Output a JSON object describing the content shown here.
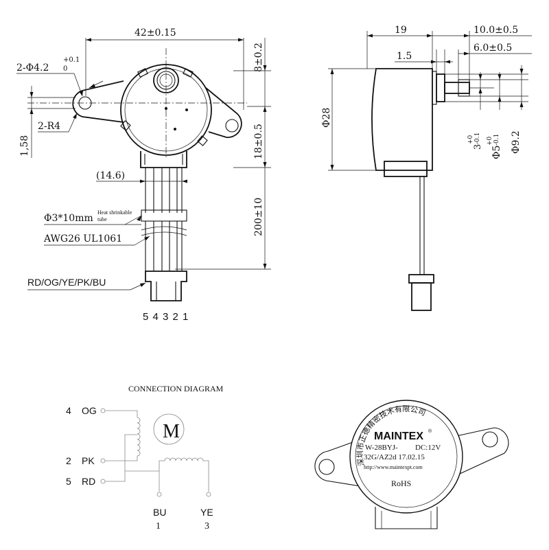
{
  "front_view": {
    "dim_width": "42±0.15",
    "dim_hole": "2-Φ4.2",
    "dim_hole_tol": "+0.1",
    "dim_hole_tol2": "0",
    "dim_radius": "2-R4",
    "dim_offset": "1,58",
    "dim_top": "8±0.2",
    "dim_lower": "18±0.5",
    "dim_wire_width": "(14.6)",
    "dim_lead": "200±10",
    "tube_size": "Φ3*10mm",
    "tube_label_1": "Heat shrinkable",
    "tube_label_2": "tube",
    "wire_spec": "AWG26 UL1061",
    "wire_colors": "RD/OG/YE/PK/BU",
    "pin_numbers": "5 4 3 2 1"
  },
  "side_view": {
    "dim_body": "19",
    "dim_shaft_total": "10.0±0.5",
    "dim_step": "1.5",
    "dim_flat": "6.0±0.5",
    "dim_diameter": "Φ28",
    "dim_flat_width": "3",
    "dim_flat_tol_top": "+0",
    "dim_flat_tol_bot": "-0.1",
    "dim_shaft_dia": "Φ5",
    "dim_shaft_tol_top": "+0",
    "dim_shaft_tol_bot": "-0.1",
    "dim_boss": "Φ9.2"
  },
  "connection": {
    "title": "CONNECTION DIAGRAM",
    "motor_symbol": "M",
    "wires": [
      {
        "num": "4",
        "color": "OG"
      },
      {
        "num": "2",
        "color": "PK"
      },
      {
        "num": "5",
        "color": "RD"
      }
    ],
    "bottom_wires": [
      {
        "color": "BU",
        "num": "1"
      },
      {
        "color": "YE",
        "num": "3"
      }
    ]
  },
  "label": {
    "company_cn": "深圳市正德精密技术有限公司",
    "brand": "MAINTEX",
    "registered": "®",
    "model": "W-28BYJ-",
    "voltage": "DC:12V",
    "code": "32G/AZ2d 17.02.15",
    "url": "http://www.maintexpt.com",
    "cert": "RoHS"
  }
}
